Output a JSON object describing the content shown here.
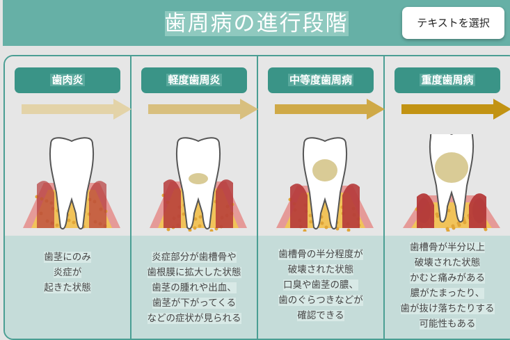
{
  "header": {
    "title": "歯周病の進行段階"
  },
  "popup": {
    "label": "テキストを選択"
  },
  "stages": [
    {
      "label": "歯肉炎",
      "arrow_color": "#e3d3a8",
      "desc": [
        "歯茎にのみ",
        "炎症が",
        "起きた状態"
      ]
    },
    {
      "label": "軽度歯周炎",
      "arrow_color": "#d8bf7e",
      "desc": [
        "炎症部分が歯槽骨や",
        "歯根膜に拡大した状態",
        "歯茎の腫れや出血、",
        "歯茎が下がってくる",
        "などの症状が見られる"
      ]
    },
    {
      "label": "中等度歯周病",
      "arrow_color": "#cfa947",
      "desc": [
        "歯槽骨の半分程度が",
        "破壊された状態",
        "口臭や歯茎の膿、",
        "歯のぐらつきなどが",
        "確認できる"
      ]
    },
    {
      "label": "重度歯周病",
      "arrow_color": "#c29313",
      "desc": [
        "歯槽骨が半分以上",
        "破壊された状態",
        "かむと痛みがある",
        "膿がたまったり、",
        "歯が抜け落ちたりする",
        "可能性もある"
      ]
    }
  ]
}
